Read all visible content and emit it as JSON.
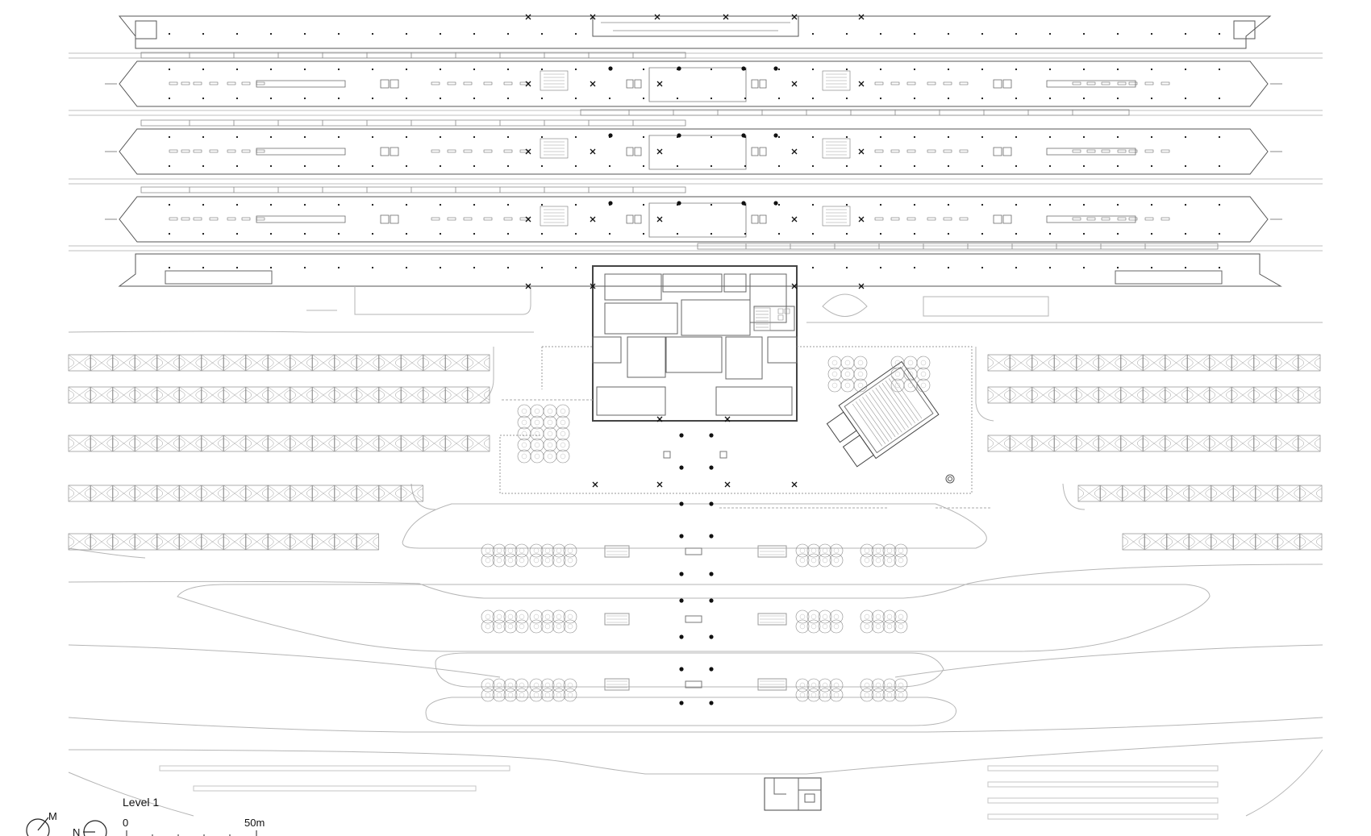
{
  "drawing": {
    "level_label": "Level 1",
    "scale_start": "0",
    "scale_end": "50m",
    "north_magnetic": "M",
    "north_true": "N"
  },
  "colors": {
    "background": "#ffffff",
    "line": "#444444",
    "light_line": "#b5b5b5",
    "column": "#111111"
  }
}
